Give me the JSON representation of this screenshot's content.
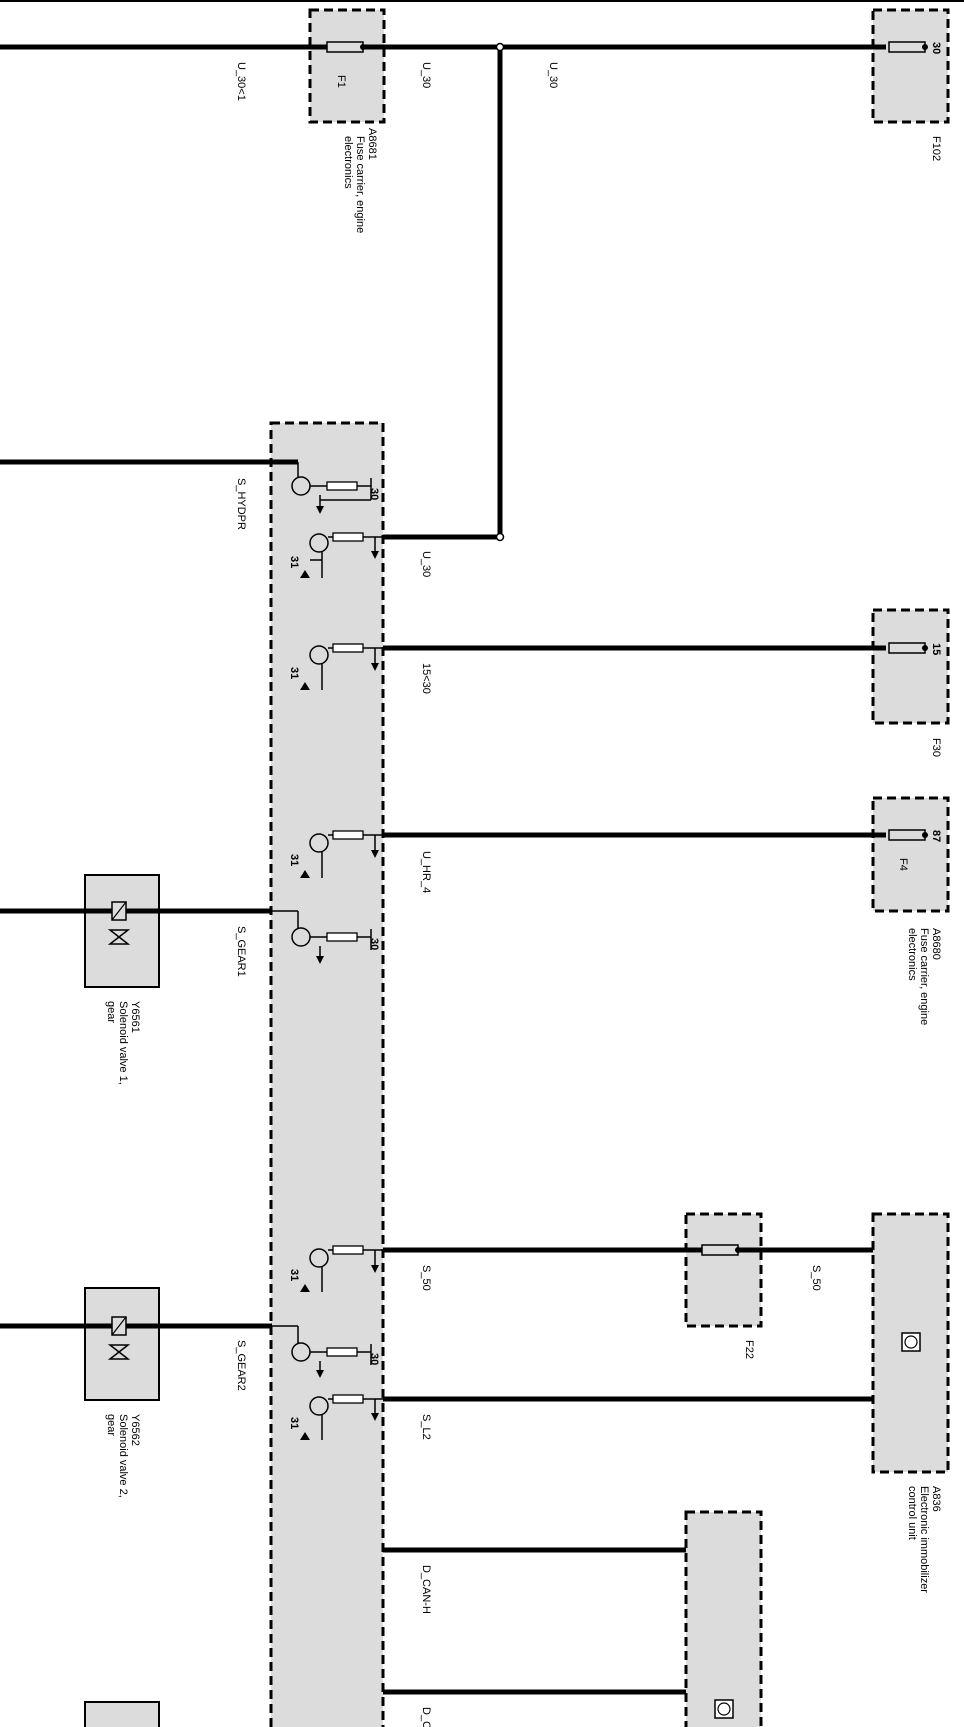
{
  "components": {
    "a8681": {
      "id": "A8681",
      "desc_1": "Fuse carrier, engine",
      "desc_2": "electronics",
      "fuse": "F1"
    },
    "f102": {
      "id": "F102",
      "pin": "30"
    },
    "f30": {
      "id": "F30",
      "pin": "15"
    },
    "a8680": {
      "id": "A8680",
      "desc_1": "Fuse carrier, engine",
      "desc_2": "electronics",
      "fuse": "F4",
      "pin": "87"
    },
    "y6561": {
      "id": "Y6561",
      "desc_1": "Solenoid valve 1,",
      "desc_2": "gear"
    },
    "y6562": {
      "id": "Y6562",
      "desc_1": "Solenoid valve 2,",
      "desc_2": "gear"
    },
    "f22": {
      "id": "F22"
    },
    "a836": {
      "id": "A836",
      "desc_1": "Electronic immobilizer",
      "desc_2": "control unit"
    }
  },
  "wires": {
    "u30_1": "U_30<1",
    "u30_a": "U_30",
    "u30_b": "U_30",
    "s_hydpr": "S_HYDPR",
    "u30_c": "U_30",
    "w15_30": "15<30",
    "u_hr_4": "U_HR_4",
    "s_gear1": "S_GEAR1",
    "s_50_a": "S_50",
    "s_50_b": "S_50",
    "s_gear2": "S_GEAR2",
    "s_l2": "S_L2",
    "d_can_h": "D_CAN-H",
    "d_can": "D_CAN"
  },
  "pins": {
    "p30": "30",
    "p31": "31"
  }
}
